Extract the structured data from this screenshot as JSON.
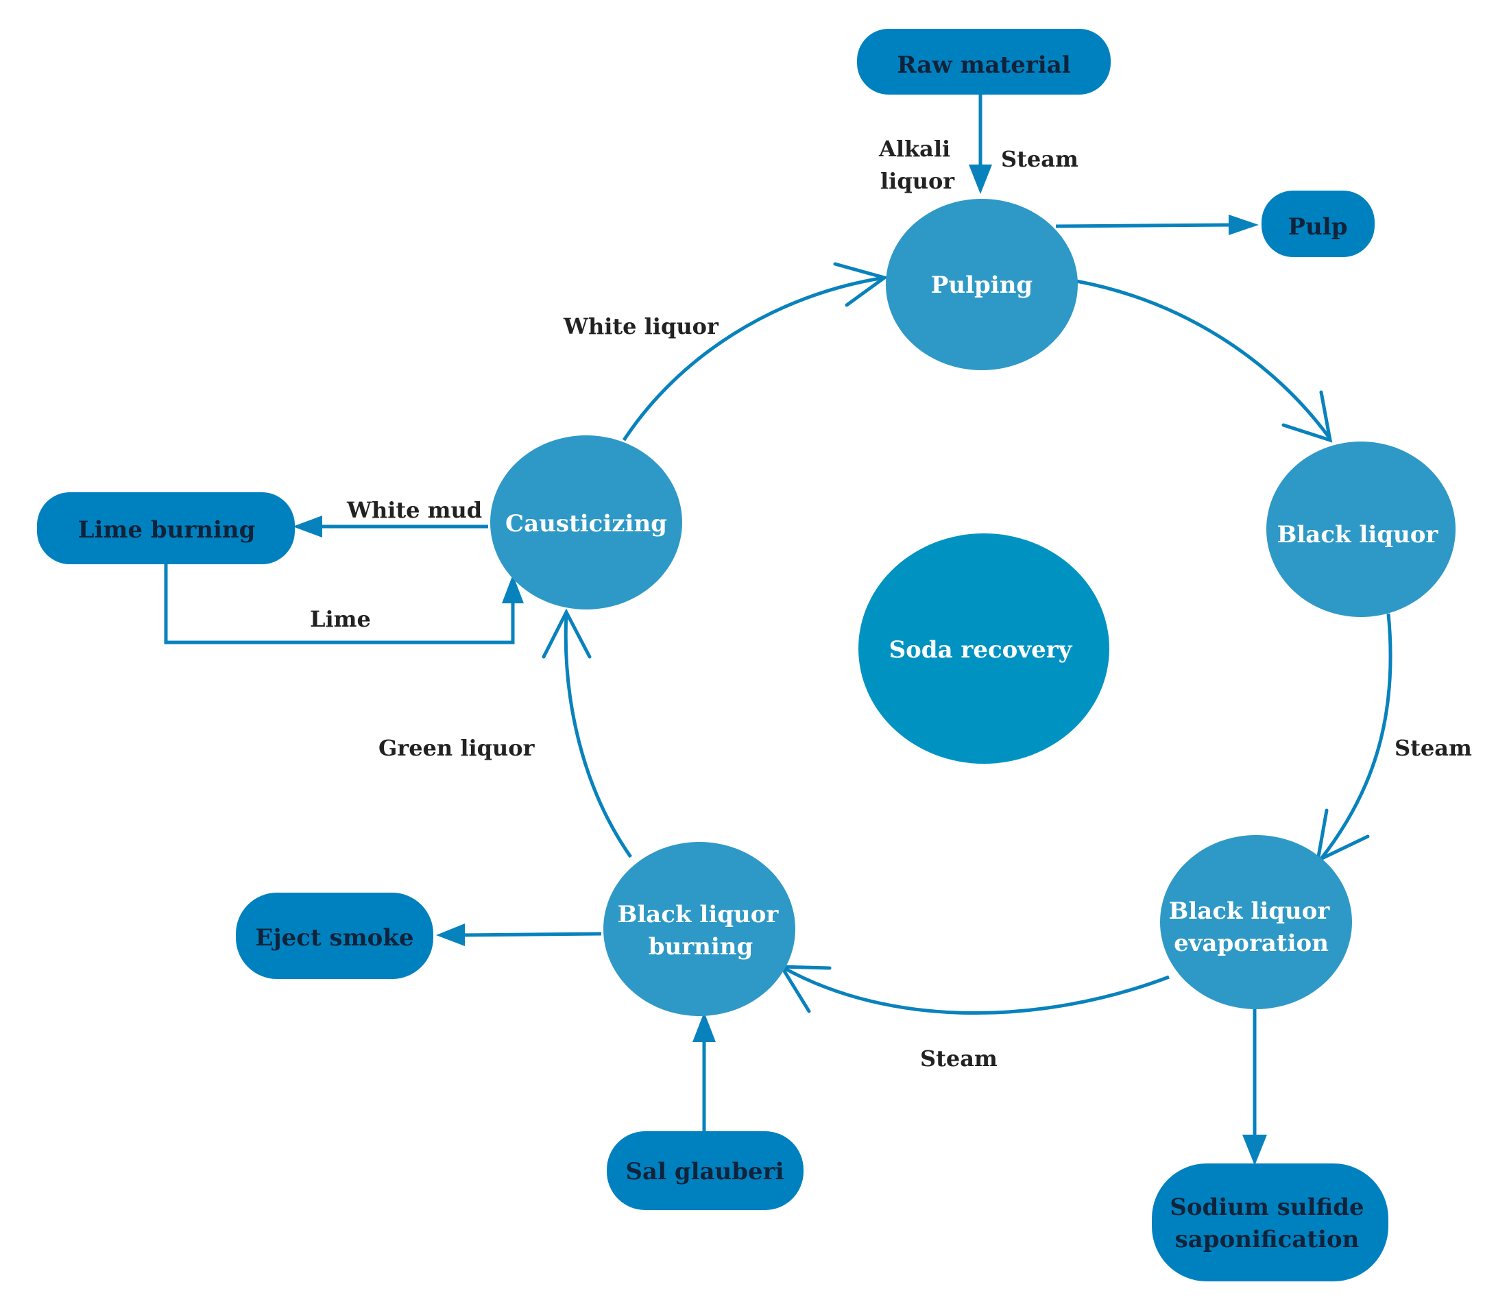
{
  "colors": {
    "circle_fill": "#2e99c6",
    "center_fill": "#0093c2",
    "box_fill": "#0081bf",
    "line": "#0882bd",
    "dark_text": "#10233a",
    "light_text": "#ffffff",
    "label_text": "#222222"
  },
  "nodes": {
    "raw_material": "Raw material",
    "pulp": "Pulp",
    "pulping": "Pulping",
    "black_liquor": "Black liquor",
    "evaporation_line1": "Black liquor",
    "evaporation_line2": "evaporation",
    "burning_line1": "Black liquor",
    "burning_line2": "burning",
    "causticizing": "Causticizing",
    "soda_recovery": "Soda recovery",
    "lime_burning": "Lime burning",
    "eject_smoke": "Eject smoke",
    "sal_glauberi": "Sal glauberi",
    "sodium_line1": "Sodium sulfide",
    "sodium_line2": "saponification"
  },
  "edge_labels": {
    "alkali_line1": "Alkali",
    "alkali_line2": "liquor",
    "steam_top": "Steam",
    "white_liquor": "White liquor",
    "white_mud": "White mud",
    "lime": "Lime",
    "green_liquor": "Green liquor",
    "steam_right": "Steam",
    "steam_bottom": "Steam"
  }
}
